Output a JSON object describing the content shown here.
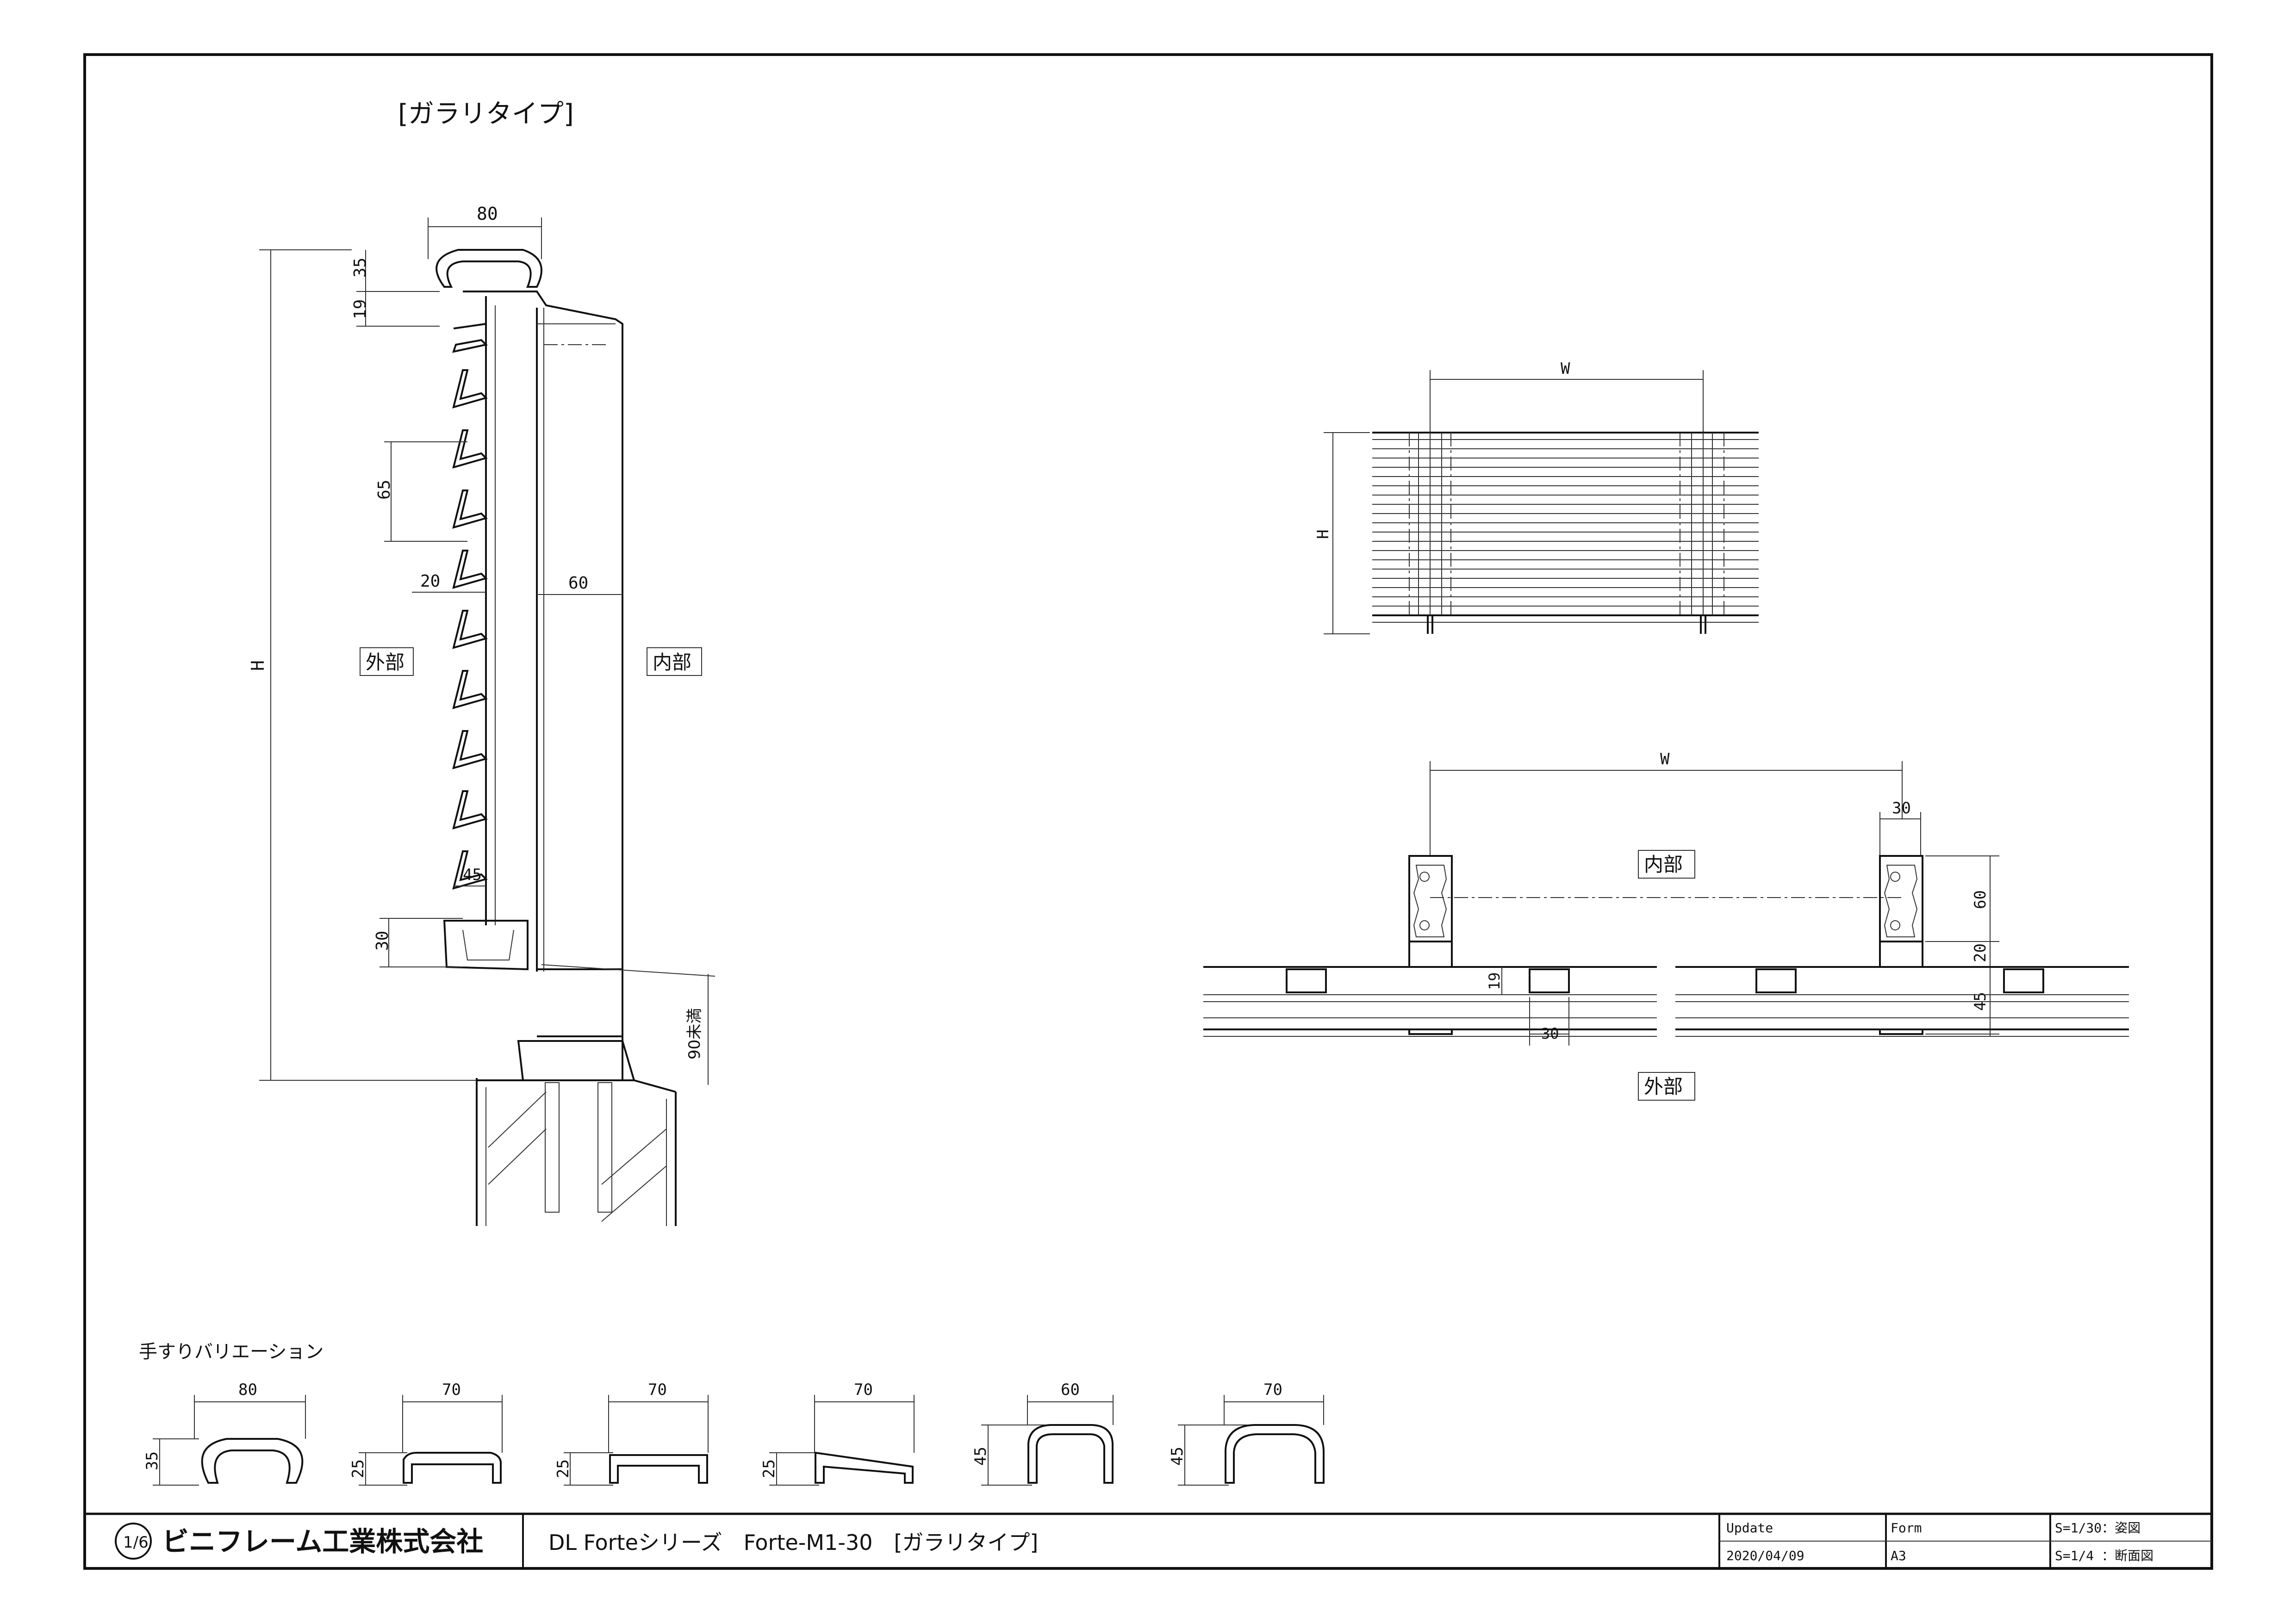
{
  "title": "[ガラリタイプ]",
  "labels": {
    "outside": "外部",
    "inside": "内部",
    "height": "H",
    "width": "W",
    "under90": "90未満"
  },
  "dims_section": {
    "rail_width": "80",
    "rail_height": "35",
    "gap_19": "19",
    "louver_pitch": "65",
    "louver_20": "20",
    "post_60": "60",
    "d45": "45",
    "d30": "30"
  },
  "dims_plan": {
    "post_30": "30",
    "post_60": "60",
    "d19": "19",
    "d20": "20",
    "d45": "45",
    "d30": "30"
  },
  "variations": {
    "heading": "手すりバリエーション",
    "items": [
      {
        "width": "80",
        "height": "35"
      },
      {
        "width": "70",
        "height": "25"
      },
      {
        "width": "70",
        "height": "25"
      },
      {
        "width": "70",
        "height": "25"
      },
      {
        "width": "60",
        "height": "45"
      },
      {
        "width": "70",
        "height": "45"
      }
    ]
  },
  "titleblock": {
    "company": "ビニフレーム工業株式会社",
    "logo_text": "1/6",
    "product": "DL Forteシリーズ　Forte-M1-30　[ガラリタイプ]",
    "update_label": "Update",
    "update_value": "2020/04/09",
    "form_label": "Form",
    "form_value": "A3",
    "scale1": "S=1/30：姿図",
    "scale2": "S=1/4 ：断面図"
  }
}
